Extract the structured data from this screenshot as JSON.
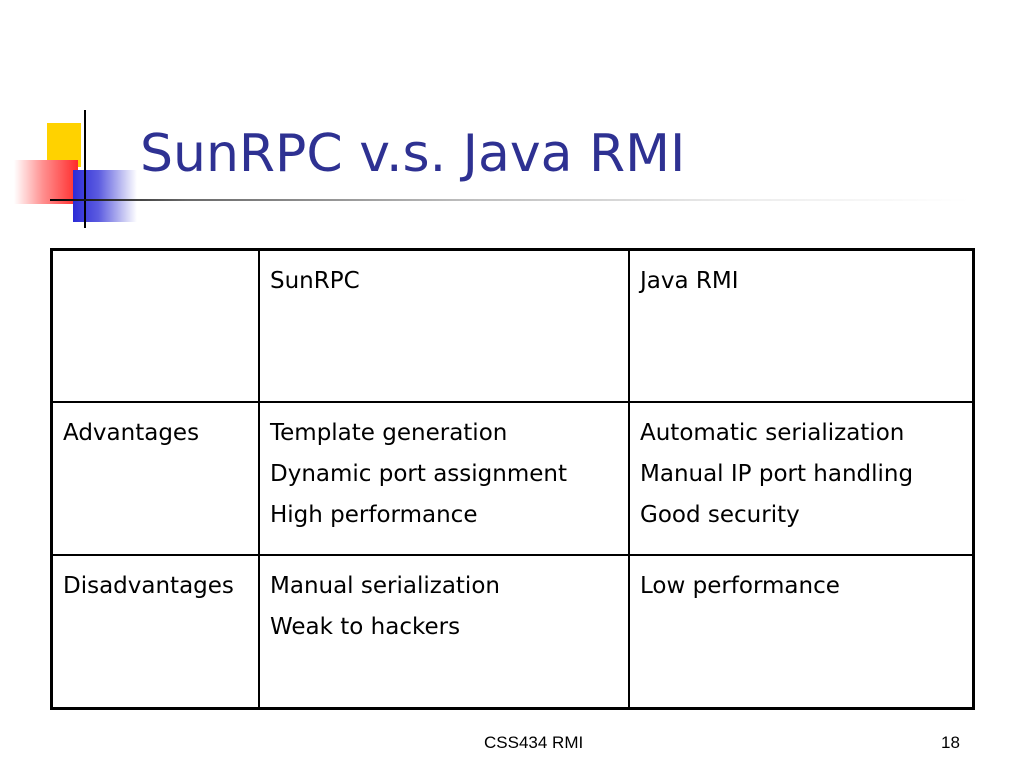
{
  "slide": {
    "title": "SunRPC v.s. Java RMI",
    "table": {
      "headers": [
        "",
        "SunRPC",
        "Java RMI"
      ],
      "rows": [
        {
          "label": "Advantages",
          "sunrpc": [
            "Template generation",
            "Dynamic port assignment",
            "High performance"
          ],
          "javarmi": [
            "Automatic serialization",
            "Manual IP port handling",
            "Good security"
          ]
        },
        {
          "label": "Disadvantages",
          "sunrpc": [
            "Manual serialization",
            "Weak to hackers"
          ],
          "javarmi": [
            "Low performance"
          ]
        }
      ]
    },
    "footer": {
      "center": "CSS434 RMI",
      "page_number": "18"
    },
    "colors": {
      "title": "#2e3192",
      "deco_yellow": "#ffd200",
      "deco_red": "#ff2a2a",
      "deco_blue": "#2b2bd6"
    }
  }
}
